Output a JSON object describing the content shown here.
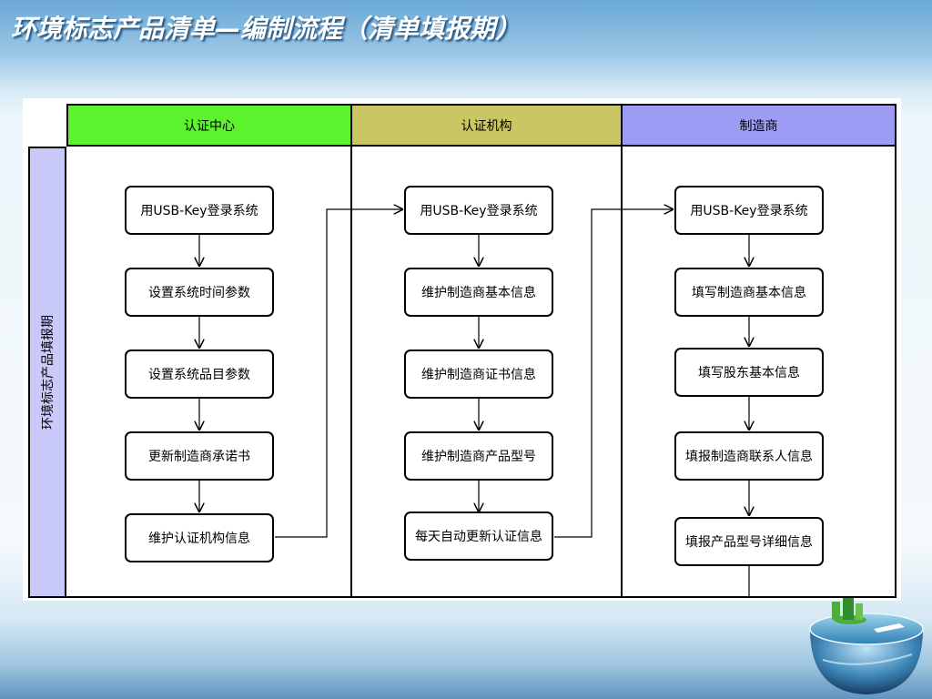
{
  "title": "环境标志产品清单—编制流程（清单填报期）",
  "side_label": "环境标志产品填报期",
  "lanes": [
    {
      "header": "认证中心",
      "color": "#5cf22e",
      "steps": [
        "用USB-Key登录系统",
        "设置系统时间参数",
        "设置系统品目参数",
        "更新制造商承诺书",
        "维护认证机构信息"
      ]
    },
    {
      "header": "认证机构",
      "color": "#c9c663",
      "steps": [
        "用USB-Key登录系统",
        "维护制造商基本信息",
        "维护制造商证书信息",
        "维护制造商产品型号",
        "每天自动更新认证信息"
      ]
    },
    {
      "header": "制造商",
      "color": "#9d9cf5",
      "steps": [
        "用USB-Key登录系统",
        "填写制造商基本信息",
        "填写股东基本信息",
        "填报制造商联系人信息",
        "填报产品型号详细信息"
      ]
    }
  ],
  "side_label_color": "#c9cafa"
}
